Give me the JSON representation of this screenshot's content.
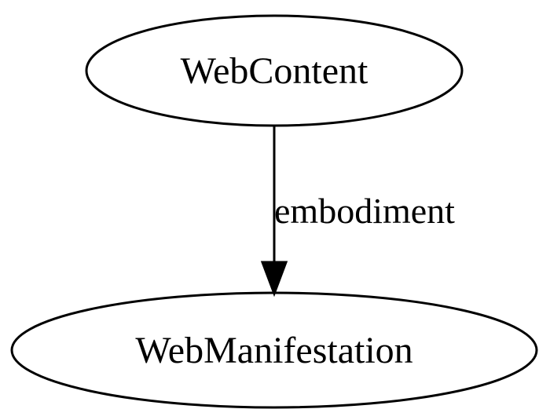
{
  "diagram": {
    "nodes": [
      {
        "id": "webcontent",
        "label": "WebContent"
      },
      {
        "id": "webmanifestation",
        "label": "WebManifestation"
      }
    ],
    "edges": [
      {
        "from": "webcontent",
        "to": "webmanifestation",
        "label": "embodiment"
      }
    ],
    "colors": {
      "stroke": "#000000",
      "background": "#ffffff"
    }
  }
}
